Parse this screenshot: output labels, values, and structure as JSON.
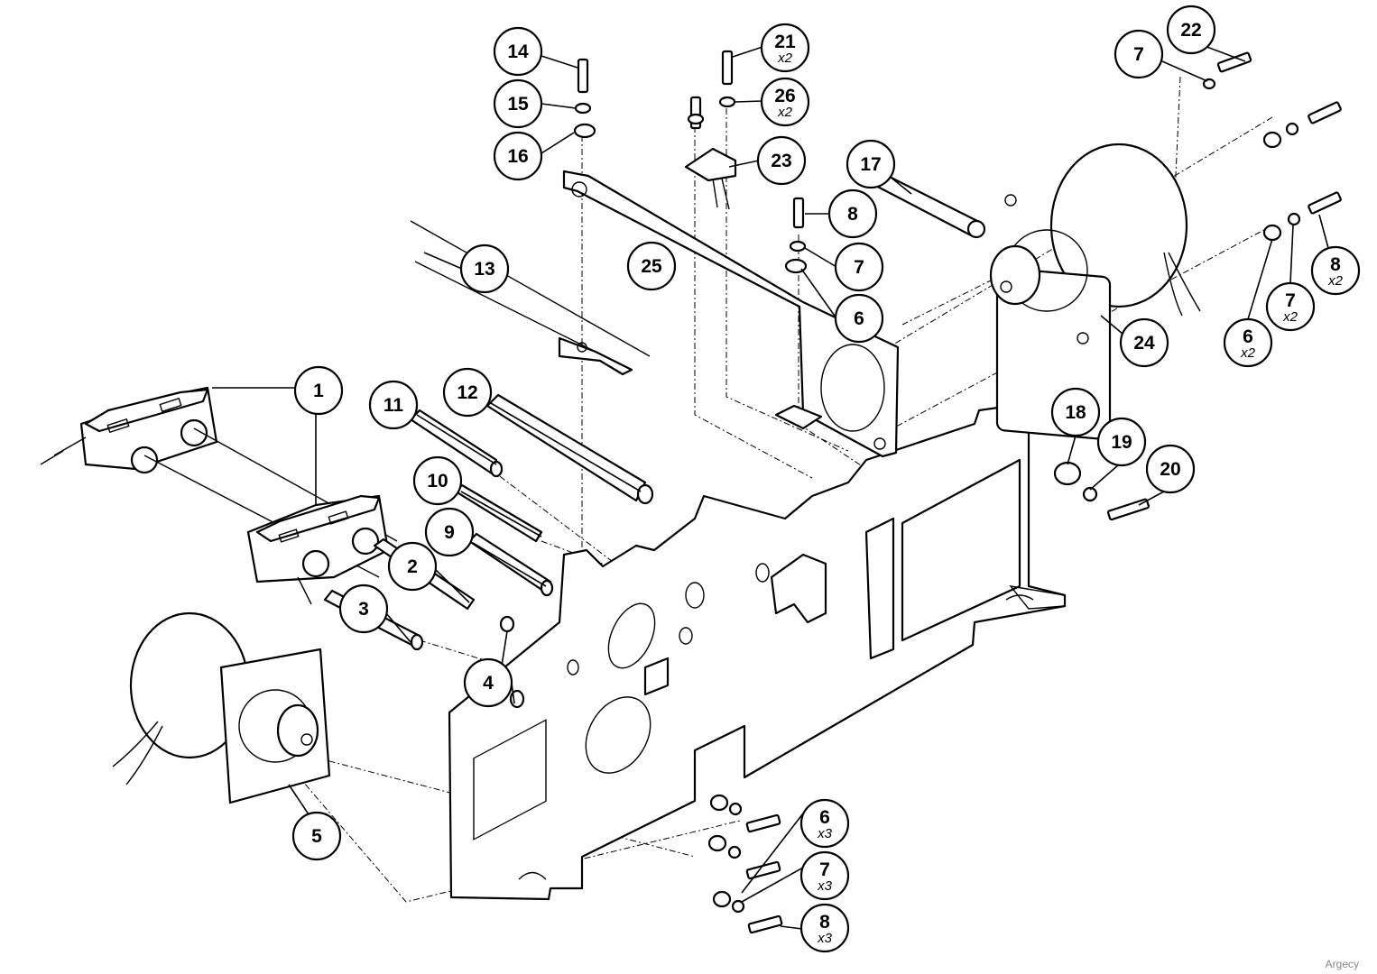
{
  "callouts": [
    {
      "label": "14"
    },
    {
      "label": "15"
    },
    {
      "label": "16"
    },
    {
      "label": "21",
      "qty": "x2"
    },
    {
      "label": "26",
      "qty": "x2"
    },
    {
      "label": "23"
    },
    {
      "label": "17"
    },
    {
      "label": "8"
    },
    {
      "label": "7"
    },
    {
      "label": "6"
    },
    {
      "label": "25"
    },
    {
      "label": "13"
    },
    {
      "label": "22"
    },
    {
      "label": "7"
    },
    {
      "label": "24"
    },
    {
      "label": "8",
      "qty": "x2"
    },
    {
      "label": "7",
      "qty": "x2"
    },
    {
      "label": "6",
      "qty": "x2"
    },
    {
      "label": "1"
    },
    {
      "label": "11"
    },
    {
      "label": "12"
    },
    {
      "label": "10"
    },
    {
      "label": "9"
    },
    {
      "label": "2"
    },
    {
      "label": "3"
    },
    {
      "label": "4"
    },
    {
      "label": "5"
    },
    {
      "label": "18"
    },
    {
      "label": "19"
    },
    {
      "label": "20"
    },
    {
      "label": "6",
      "qty": "x3"
    },
    {
      "label": "7",
      "qty": "x3"
    },
    {
      "label": "8",
      "qty": "x3"
    }
  ],
  "watermark": "Argecy"
}
